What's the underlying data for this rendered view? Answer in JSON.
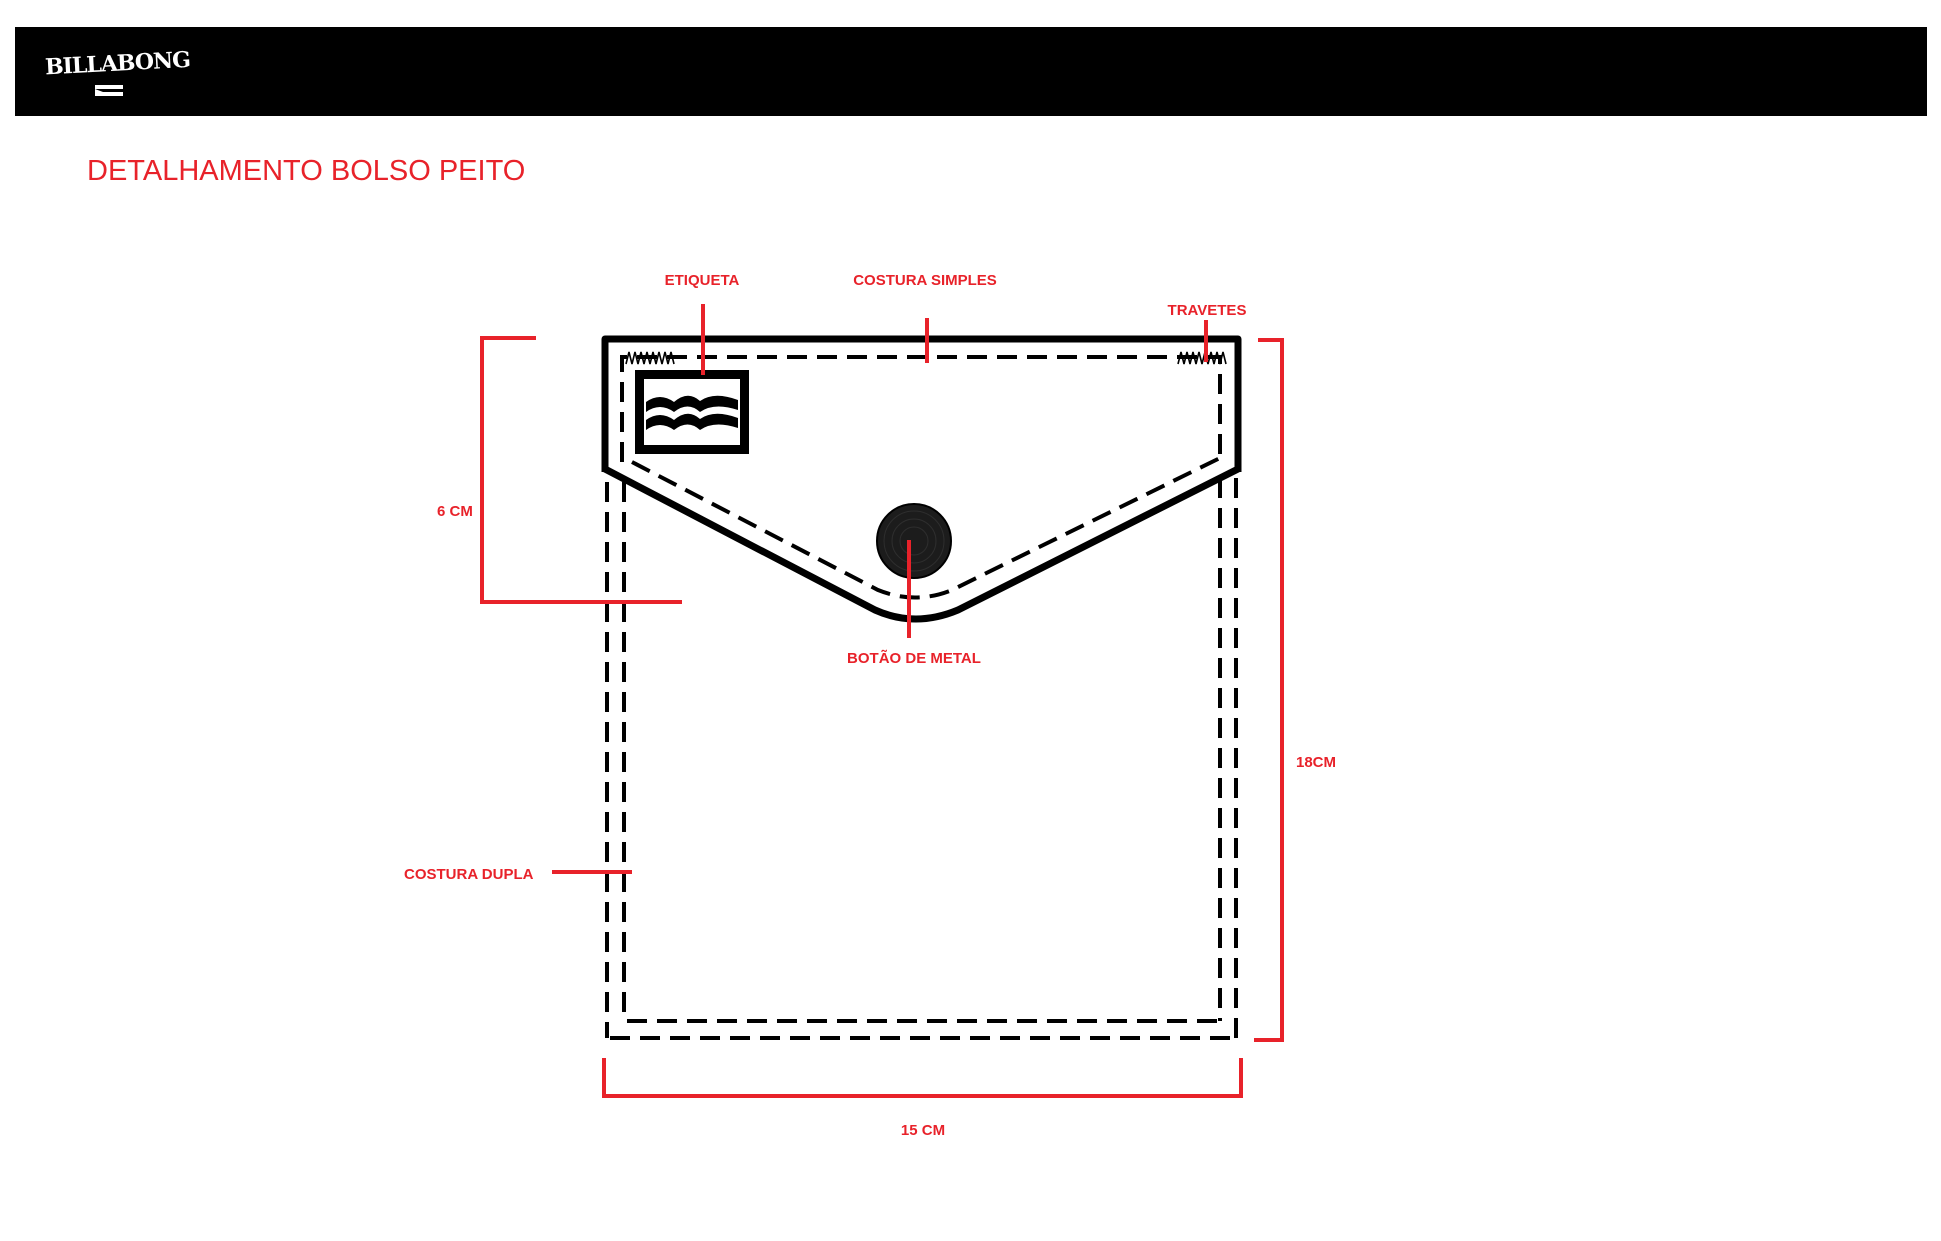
{
  "brand": {
    "logo_text": "BILLABONG"
  },
  "title": "DETALHAMENTO BOLSO PEITO",
  "labels": {
    "etiqueta": "ETIQUETA",
    "costura_simples": "COSTURA SIMPLES",
    "travetes": "TRAVETES",
    "botao": "BOTÃO DE METAL",
    "costura_dupla": "COSTURA DUPLA",
    "flap_height": "6 CM",
    "height": "18CM",
    "width": "15 CM"
  },
  "colors": {
    "accent": "#e8222a",
    "header": "#000000",
    "line": "#000000"
  }
}
